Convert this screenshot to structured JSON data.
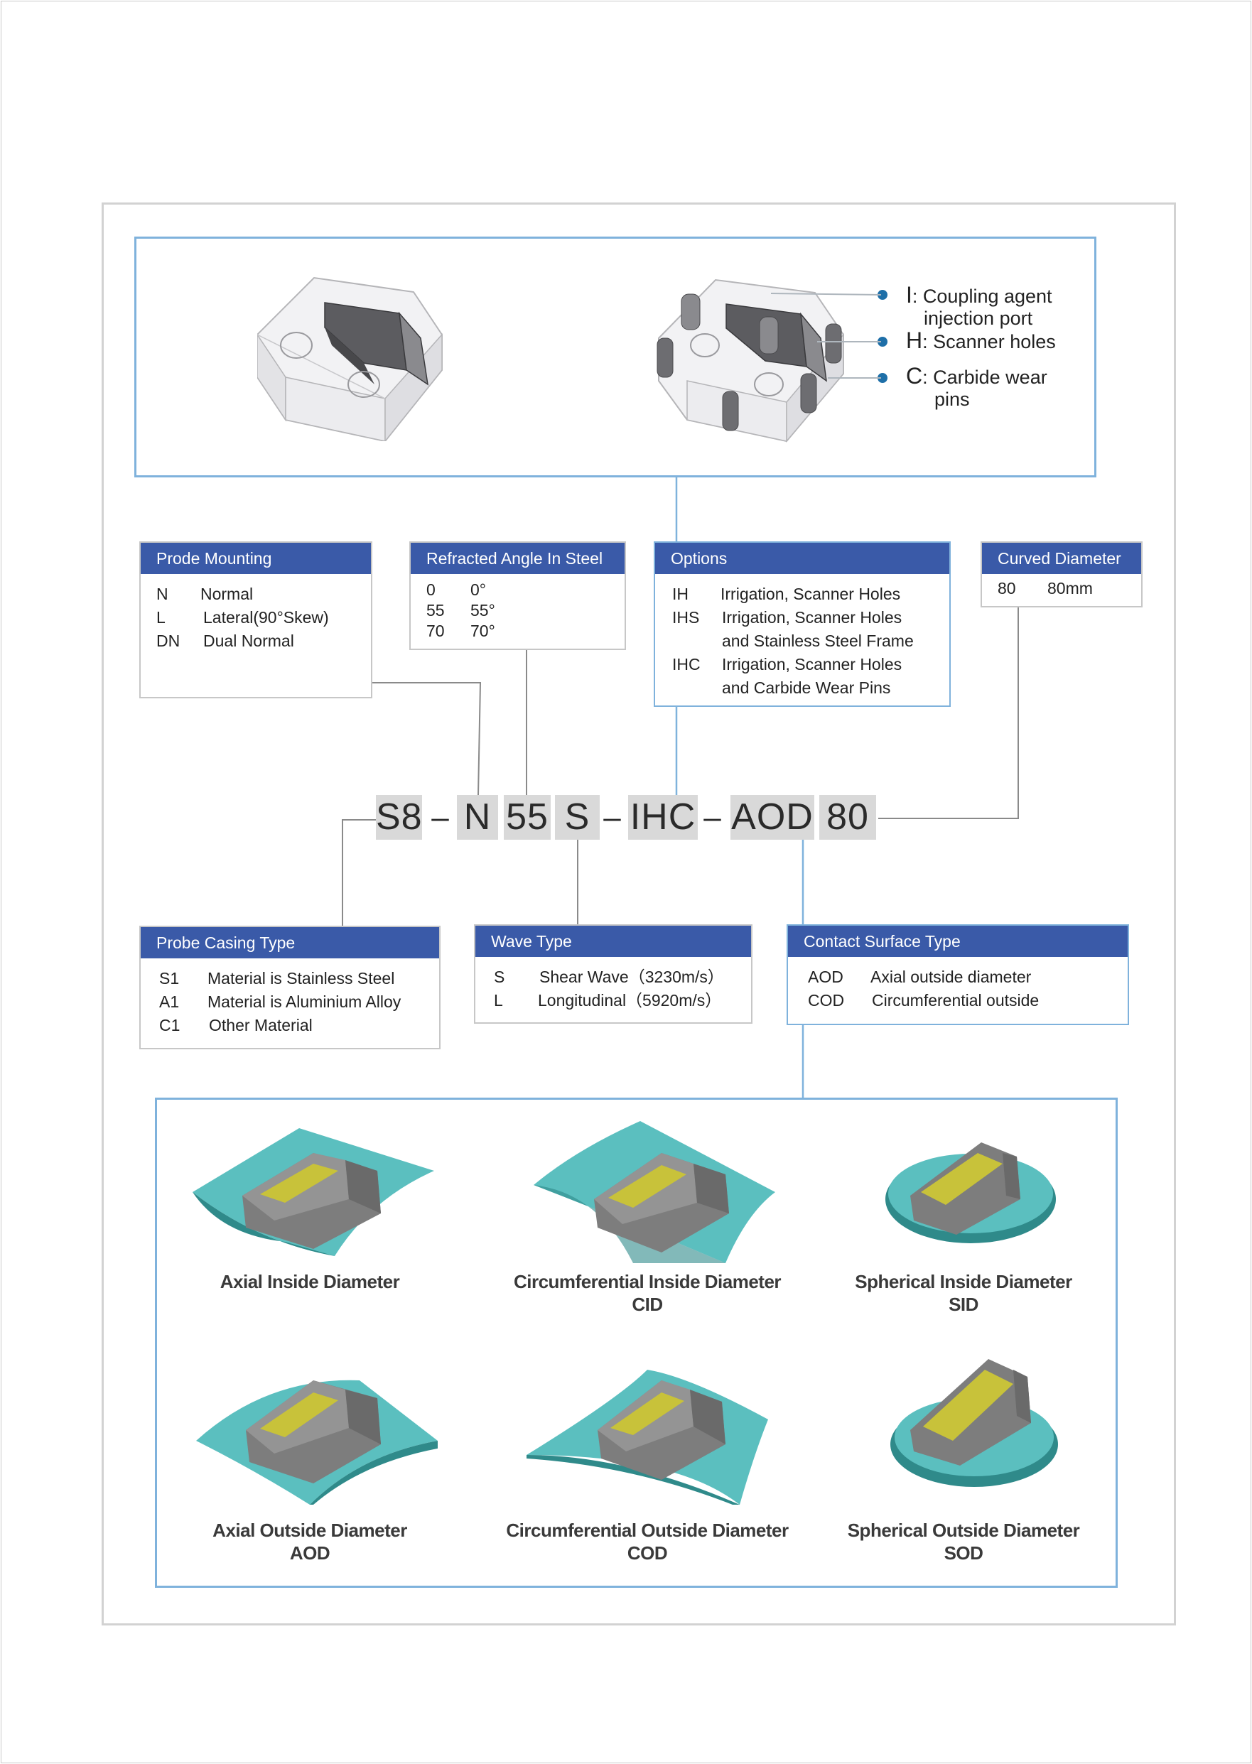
{
  "callouts": [
    {
      "letter": "I",
      "line1": "Coupling agent",
      "line2": "injection port"
    },
    {
      "letter": "H",
      "line1": "Scanner holes",
      "line2": ""
    },
    {
      "letter": "C",
      "line1": "Carbide wear",
      "line2": "pins"
    }
  ],
  "boxes": {
    "prode_mounting": {
      "title": "Prode Mounting",
      "rows": [
        {
          "code": "N",
          "desc": "Normal"
        },
        {
          "code": "L",
          "desc": "Lateral(90°Skew)"
        },
        {
          "code": "DN",
          "desc": "Dual Normal"
        }
      ]
    },
    "refracted_angle": {
      "title": "Refracted Angle In Steel",
      "rows": [
        {
          "code": "0",
          "desc": "0°"
        },
        {
          "code": "55",
          "desc": "55°"
        },
        {
          "code": "70",
          "desc": "70°"
        }
      ]
    },
    "options": {
      "title": "Options",
      "rows": [
        {
          "code": "IH",
          "desc": "Irrigation, Scanner Holes"
        },
        {
          "code": "IHS",
          "desc": "Irrigation, Scanner Holes"
        },
        {
          "code": "",
          "desc": "and Stainless Steel Frame"
        },
        {
          "code": "IHC",
          "desc": "Irrigation, Scanner Holes"
        },
        {
          "code": "",
          "desc": "and Carbide Wear Pins"
        }
      ]
    },
    "curved_diameter": {
      "title": "Curved Diameter",
      "rows": [
        {
          "code": "80",
          "desc": "80mm"
        }
      ]
    },
    "probe_casing": {
      "title": "Probe Casing Type",
      "rows": [
        {
          "code": "S1",
          "desc": "Material is Stainless Steel"
        },
        {
          "code": "A1",
          "desc": "Material is Aluminium Alloy"
        },
        {
          "code": "C1",
          "desc": "Other Material"
        }
      ]
    },
    "wave_type": {
      "title": "Wave Type",
      "rows": [
        {
          "code": "S",
          "desc": "Shear Wave（3230m/s）"
        },
        {
          "code": "L",
          "desc": "Longitudinal（5920m/s）"
        }
      ]
    },
    "contact_surface": {
      "title": "Contact Surface Type",
      "rows": [
        {
          "code": "AOD",
          "desc": "Axial outside diameter"
        },
        {
          "code": "COD",
          "desc": "Circumferential outside"
        }
      ]
    }
  },
  "code": {
    "segments": [
      "S8",
      "–",
      "N",
      "55",
      "S",
      "–",
      "IHC",
      "–",
      "AOD",
      "80"
    ]
  },
  "surfaces": [
    {
      "line1": "Axial Inside Diameter",
      "line2": ""
    },
    {
      "line1": "Circumferential Inside Diameter",
      "line2": "CID"
    },
    {
      "line1": "Spherical Inside Diameter",
      "line2": "SID"
    },
    {
      "line1": "Axial Outside Diameter",
      "line2": "AOD"
    },
    {
      "line1": "Circumferential Outside Diameter",
      "line2": "COD"
    },
    {
      "line1": "Spherical Outside Diameter",
      "line2": "SOD"
    }
  ],
  "colors": {
    "header_blue": "#3a5aa8",
    "panel_border": "#7fb2dc",
    "surface_teal": "#5bbfbf",
    "crystal_yellow": "#c8c23a",
    "housing_gray": "#7d7d7d",
    "callout_dot": "#1e6fa8"
  }
}
